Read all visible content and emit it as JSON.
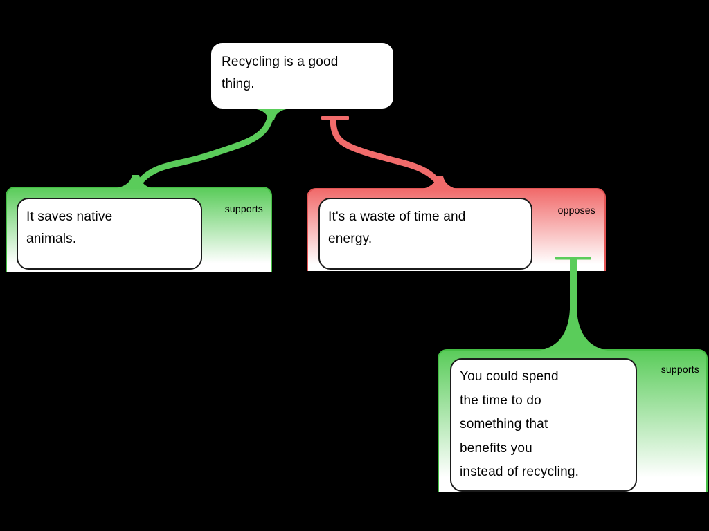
{
  "colors": {
    "background": "#000000",
    "support_green": "#5ACC5A",
    "support_green_border": "#45BE45",
    "oppose_red": "#F16B6B",
    "oppose_red_border": "#E35555",
    "claim_background": "#FFFFFF",
    "claim_border": "#1B1B1B",
    "text": "#000000"
  },
  "map": {
    "root": {
      "text": "Recycling is a good\nthing."
    },
    "support1": {
      "relation": "supports",
      "text": "It saves native\nanimals."
    },
    "oppose1": {
      "relation": "opposes",
      "text": "It's a waste of time and\nenergy."
    },
    "support2": {
      "relation": "supports",
      "text": "You could spend\nthe time to do\nsomething that\nbenefits you\ninstead of recycling."
    }
  }
}
